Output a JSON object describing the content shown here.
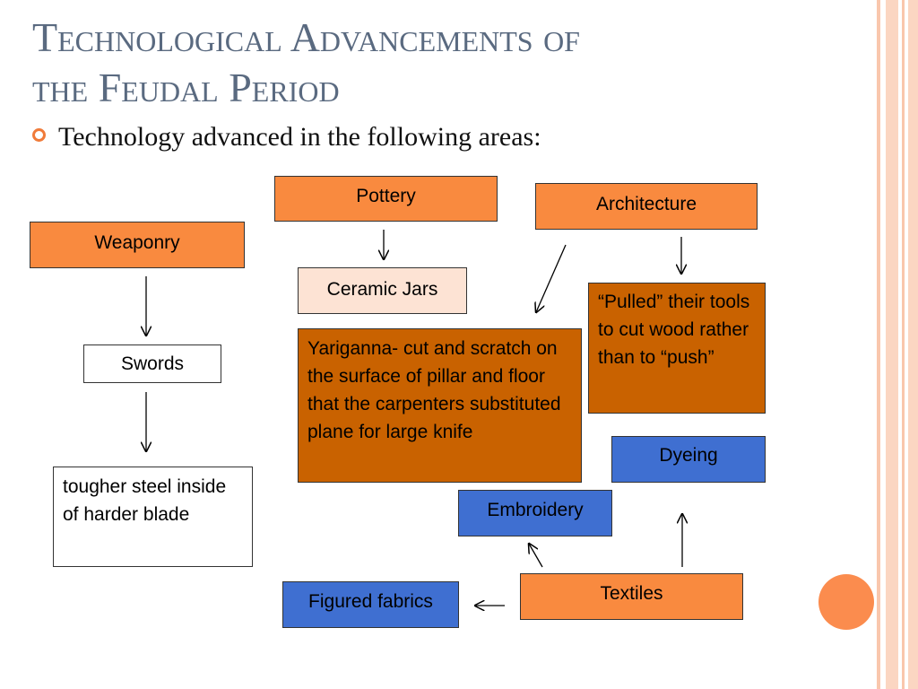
{
  "slide": {
    "title_line1": "Technological  Advancements of",
    "title_line2": "the Feudal Period",
    "bullet": "Technology advanced in the following areas:"
  },
  "diagram": {
    "pottery": "Pottery",
    "ceramic_jars": "Ceramic Jars",
    "architecture": "Architecture",
    "pulled_tools": "“Pulled” their tools to cut wood rather than to “push”",
    "yariganna": "Yariganna- cut and scratch on the surface of pillar and floor that the carpenters substituted plane for large knife",
    "weaponry": "Weaponry",
    "swords": "Swords",
    "tougher_steel": "tougher steel inside of harder blade",
    "dyeing": "Dyeing",
    "embroidery": "Embroidery",
    "textiles": "Textiles",
    "figured_fabrics": "Figured fabrics"
  },
  "colors": {
    "orange": "#f98a3f",
    "dark_orange": "#c96200",
    "blue": "#3f6fd1",
    "title": "#5a6a80",
    "accent": "#f07b3a"
  }
}
